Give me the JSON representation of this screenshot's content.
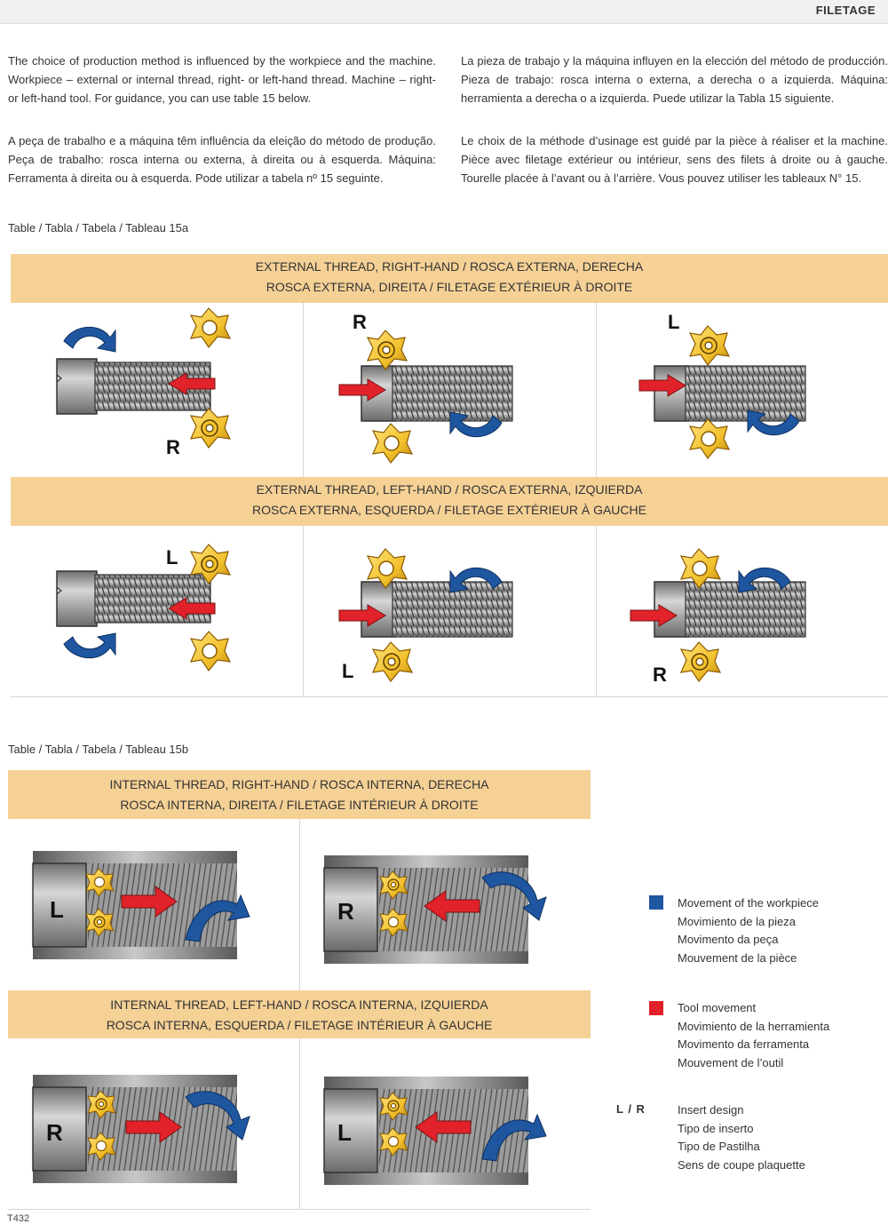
{
  "header": {
    "section": "FILETAGE"
  },
  "intro": {
    "en": "The choice of production method is influenced by the workpiece and the machine. Workpiece – external or internal thread, right- or left-hand thread. Machine – right- or left-hand tool. For guidance, you can use table 15 below.",
    "es": "La pieza de trabajo y la máquina influyen en la elección del método de producción. Pieza de trabajo: rosca interna o externa, a derecha o a izquierda. Máquina: herramienta a derecha o a izquierda. Puede utilizar la Tabla  15 siguiente.",
    "pt": "A peça de trabalho e a máquina têm influência da eleição do método de produção. Peça de trabalho: rosca interna ou externa, à direita ou à esquerda. Máquina: Ferramenta à direita ou à esquerda. Pode utilizar a tabela nº 15 seguinte.",
    "fr": "Le choix de la méthode d’usinage est guidé par la pièce à réaliser et la machine. Pièce avec filetage extérieur ou intérieur, sens des filets à droite ou à gauche. Tourelle placée à l’avant ou à l’arrière. Vous pouvez utiliser les tableaux N° 15."
  },
  "table15a": {
    "label": "Table / Tabla  / Tabela / Tableau  15a",
    "row1": {
      "line1": "EXTERNAL THREAD, RIGHT-HAND / ROSCA EXTERNA, DERECHA",
      "line2": "ROSCA EXTERNA, DIREITA / FILETAGE EXTÉRIEUR À DROITE",
      "insert_letters": [
        "R",
        "R",
        "L"
      ]
    },
    "row2": {
      "line1": "EXTERNAL THREAD, LEFT-HAND / ROSCA EXTERNA, IZQUIERDA",
      "line2": "ROSCA EXTERNA, ESQUERDA / FILETAGE EXTÉRIEUR À GAUCHE",
      "insert_letters": [
        "L",
        "L",
        "R"
      ]
    }
  },
  "table15b": {
    "label": "Table / Tabla  / Tabela / Tableau  15b",
    "row1": {
      "line1": "INTERNAL THREAD, RIGHT-HAND / ROSCA INTERNA, DERECHA",
      "line2": "ROSCA INTERNA, DIREITA / FILETAGE INTÉRIEUR À DROITE",
      "insert_letters": [
        "L",
        "R"
      ]
    },
    "row2": {
      "line1": "INTERNAL THREAD, LEFT-HAND / ROSCA INTERNA, IZQUIERDA",
      "line2": "ROSCA INTERNA, ESQUERDA / FILETAGE INTÉRIEUR À GAUCHE",
      "insert_letters": [
        "R",
        "L"
      ]
    }
  },
  "legend": {
    "workpiece": {
      "color": "#1f56a0",
      "lines": [
        "Movement of the workpiece",
        "Movimiento de la pieza",
        "Movimento da peça",
        "Mouvement de la pièce"
      ]
    },
    "tool": {
      "color": "#e2222a",
      "lines": [
        "Tool movement",
        "Movimiento de la herramienta",
        "Movimento da ferramenta",
        "Mouvement de l’outil"
      ]
    },
    "insert": {
      "key": "L / R",
      "lines": [
        "Insert design",
        "Tipo de inserto",
        "Tipo de Pastilha",
        "Sens de coupe plaquette"
      ]
    }
  },
  "colors": {
    "band": "#f5d196",
    "insert_gold": "#f2c12e",
    "workpiece_blue": "#1f56a0",
    "tool_red": "#e2222a",
    "steel_gray": "#8d8d8d"
  },
  "footer": {
    "page": "T432"
  }
}
